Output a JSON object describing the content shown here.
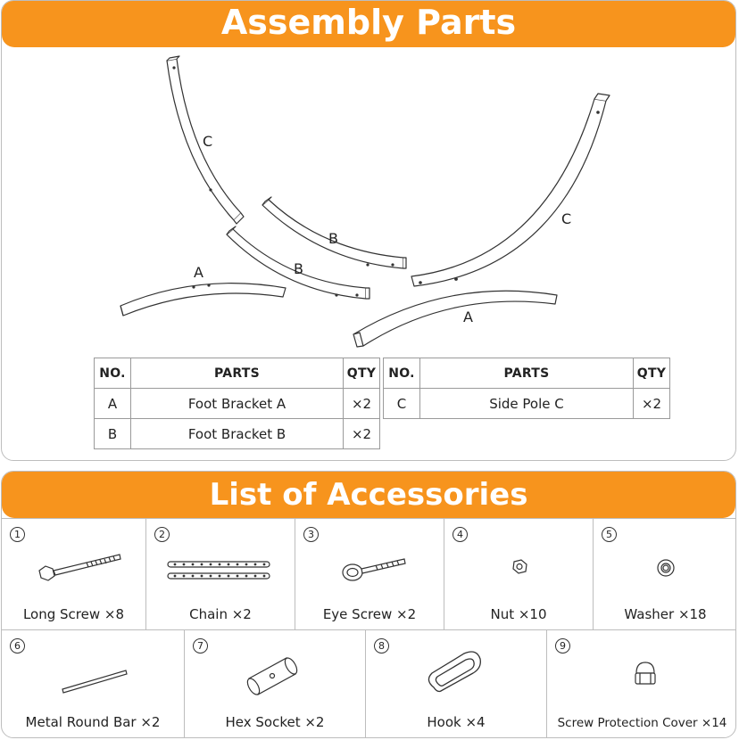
{
  "parts_section": {
    "title": "Assembly Parts",
    "diagram_labels": {
      "c_left": "C",
      "b_upper": "B",
      "b_lower": "B",
      "a_left": "A",
      "c_right": "C",
      "a_right": "A"
    },
    "table_headers": {
      "no": "NO.",
      "parts": "PARTS",
      "qty": "QTY"
    },
    "left_rows": [
      {
        "no": "A",
        "part": "Foot Bracket A",
        "qty": "×2"
      },
      {
        "no": "B",
        "part": "Foot Bracket B",
        "qty": "×2"
      }
    ],
    "right_rows": [
      {
        "no": "C",
        "part": "Side Pole C",
        "qty": "×2"
      }
    ]
  },
  "accessories_section": {
    "title": "List of Accessories",
    "items": [
      {
        "num": "1",
        "label": "Long Screw ×8",
        "icon": "long-screw-icon"
      },
      {
        "num": "2",
        "label": "Chain ×2",
        "icon": "chain-icon"
      },
      {
        "num": "3",
        "label": "Eye Screw ×2",
        "icon": "eye-screw-icon"
      },
      {
        "num": "4",
        "label": "Nut ×10",
        "icon": "nut-icon"
      },
      {
        "num": "5",
        "label": "Washer ×18",
        "icon": "washer-icon"
      },
      {
        "num": "6",
        "label": "Metal Round Bar ×2",
        "icon": "metal-round-bar-icon"
      },
      {
        "num": "7",
        "label": "Hex Socket ×2",
        "icon": "hex-socket-icon"
      },
      {
        "num": "8",
        "label": "Hook ×4",
        "icon": "hook-icon"
      },
      {
        "num": "9",
        "label": "Screw Protection Cover ×14",
        "icon": "screw-protection-cover-icon"
      }
    ]
  }
}
